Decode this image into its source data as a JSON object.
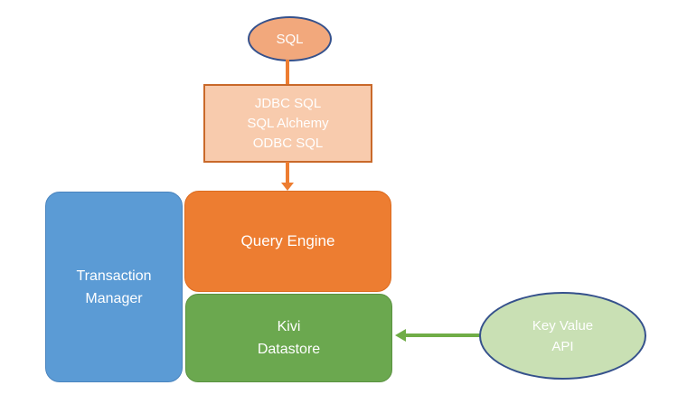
{
  "diagram": {
    "background_color": "#ffffff",
    "nodes": {
      "sql": {
        "label": "SQL",
        "shape": "ellipse",
        "fill": "#F2A87C",
        "border": "#35518C",
        "text_color": "#ffffff"
      },
      "drivers": {
        "lines": [
          "JDBC SQL",
          "SQL Alchemy",
          "ODBC SQL"
        ],
        "shape": "rectangle",
        "fill": "#F8CBAD",
        "border": "#C9692A",
        "text_color": "#ffffff"
      },
      "transaction_manager": {
        "label": "Transaction\nManager",
        "shape": "rounded-rectangle",
        "fill": "#5B9BD5",
        "border": "#4A84BE",
        "text_color": "#ffffff"
      },
      "query_engine": {
        "label": "Query Engine",
        "shape": "rounded-rectangle",
        "fill": "#ED7D31",
        "border": "#DC6B1F",
        "text_color": "#ffffff"
      },
      "kivi_datastore": {
        "label": "Kivi\nDatastore",
        "shape": "rounded-rectangle",
        "fill": "#6BA84F",
        "border": "#5A9140",
        "text_color": "#ffffff"
      },
      "key_value_api": {
        "label": "Key Value\nAPI",
        "shape": "ellipse",
        "fill": "#C9E0B4",
        "border": "#35518C",
        "text_color": "#ffffff"
      }
    },
    "connectors": [
      {
        "from": "sql",
        "to": "drivers",
        "color": "#ED7D31",
        "direction": "down",
        "arrowhead": "none"
      },
      {
        "from": "drivers",
        "to": "query_engine",
        "color": "#ED7D31",
        "direction": "down",
        "arrowhead": "triangle"
      },
      {
        "from": "key_value_api",
        "to": "kivi_datastore",
        "color": "#70AD47",
        "direction": "left",
        "arrowhead": "triangle"
      }
    ]
  }
}
